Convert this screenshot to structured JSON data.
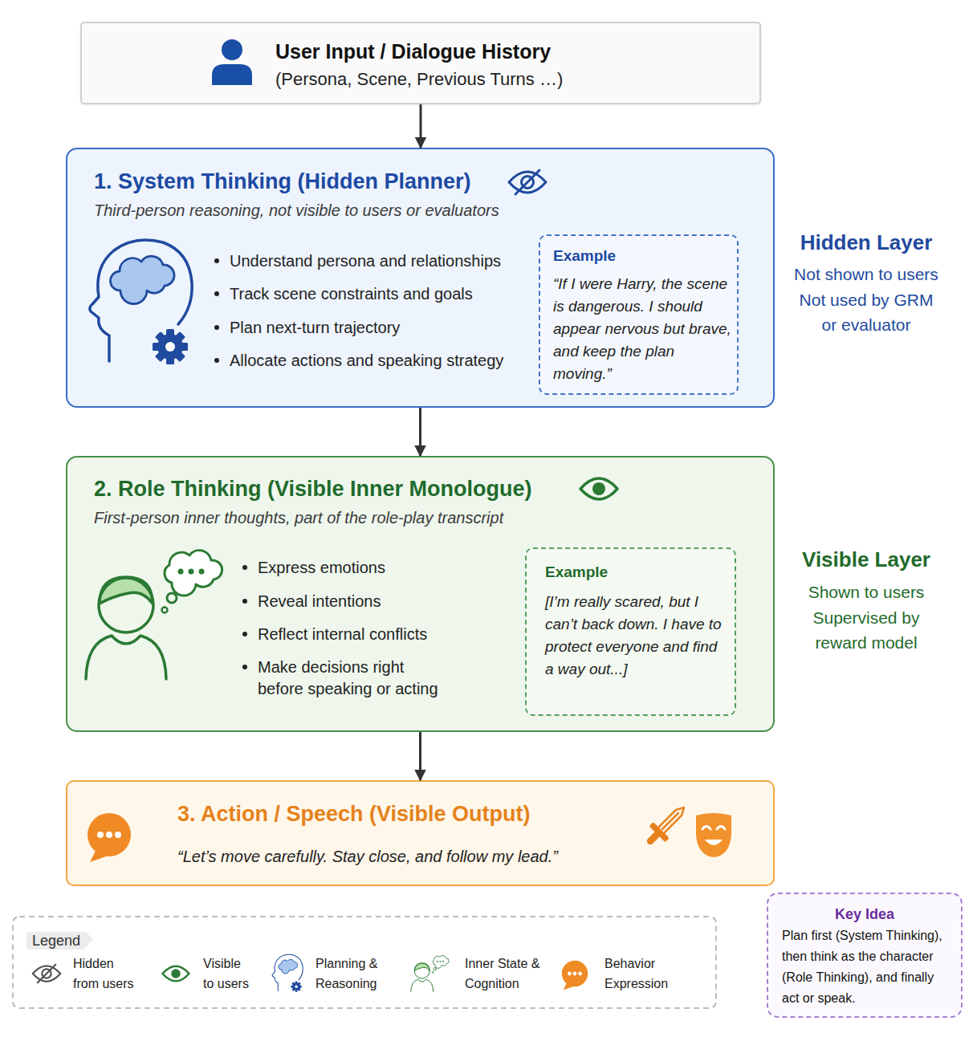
{
  "diagram": {
    "nodes": [
      {
        "text": [
          "User Input / Dialogue History",
          "(Persona, Scene, Previous Turns …)"
        ]
      },
      {
        "text": [
          "1. System Thinking (Hidden Planner)",
          "Third-person reasoning, not visible to users or evaluators",
          "Understand persona and relationships",
          "Track scene constraints and goals",
          "Plan next-turn trajectory",
          "Allocate actions and speaking strategy"
        ]
      },
      {
        "text": [
          "Example",
          "“If I were Harry, the scene is dangerous. I should appear nervous but brave, and keep the plan moving.”"
        ],
        "in": 1
      },
      {
        "text": [
          "2. Role Thinking (Visible Inner Monologue)",
          "First-person inner thoughts, part of the role-play transcript",
          "Express emotions",
          "Reveal intentions",
          "Reflect internal conflicts",
          "Make decisions right before speaking or acting"
        ]
      },
      {
        "text": [
          "Example",
          "[I’m really scared, but I can’t back down. I have to protect everyone and find a way out...]"
        ],
        "in": 3
      },
      {
        "text": [
          "3. Action / Speech (Visible Output)",
          "“Let’s move carefully. Stay close, and follow my lead.”"
        ]
      },
      {
        "text": [
          "Key Idea",
          "Plan first (System Thinking), then think as the character (Role Thinking), and finally act or speak."
        ]
      }
    ],
    "edges": [
      {
        "from": 0,
        "to": 1,
        "arrow": "to"
      },
      {
        "from": 1,
        "to": 3,
        "arrow": "to"
      },
      {
        "from": 3,
        "to": 5,
        "arrow": "to"
      }
    ],
    "labels": [
      "Hidden Layer",
      "Not shown to users Not used by GRM or evaluator",
      "Visible Layer",
      "Shown to users Supervised by reward model",
      "Legend"
    ],
    "legend": [
      {
        "text": "Hidden from users"
      },
      {
        "text": "Visible to users"
      },
      {
        "text": "Planning & Reasoning"
      },
      {
        "text": "Inner State & Cognition"
      },
      {
        "text": "Behavior Expression"
      }
    ]
  }
}
